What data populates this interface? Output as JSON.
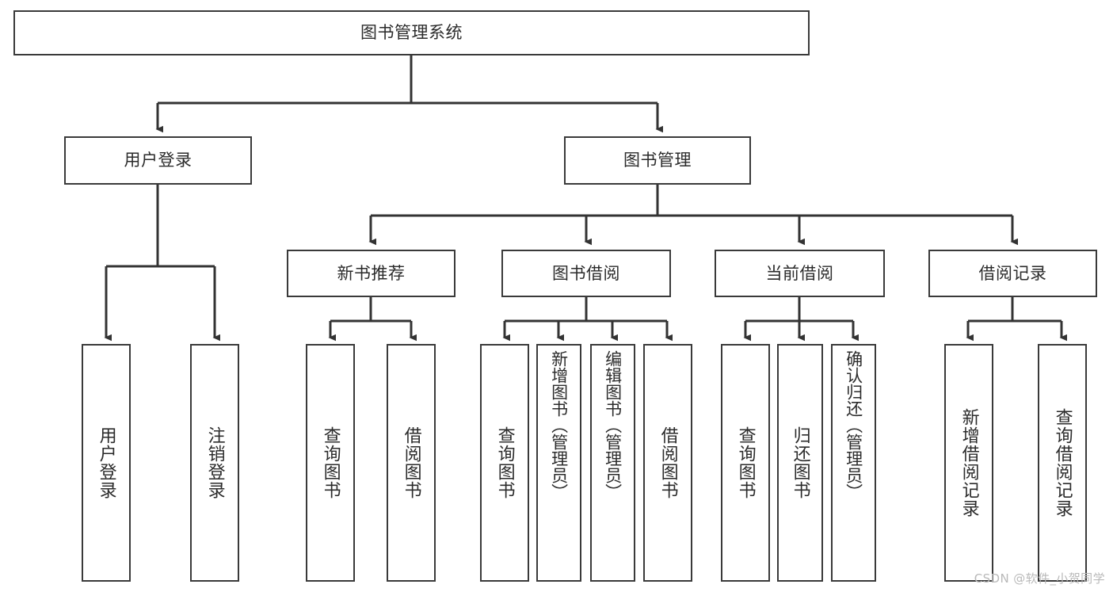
{
  "diagram": {
    "title_text": "图书管理系统",
    "watermark": "CSDN @软件_小贺同学",
    "colors": {
      "box_border": "#3a3a3a",
      "connector": "#333333",
      "text": "#2b2b2b",
      "background": "#ffffff",
      "watermark": "#b9b9b9"
    },
    "root": {
      "label": "图书管理系统"
    },
    "level2": [
      {
        "label": "用户登录"
      },
      {
        "label": "图书管理"
      }
    ],
    "level3": [
      {
        "label": "新书推荐"
      },
      {
        "label": "图书借阅"
      },
      {
        "label": "当前借阅"
      },
      {
        "label": "借阅记录"
      }
    ],
    "leaves": {
      "user_login": [
        {
          "label": "用户登录"
        },
        {
          "label": "注销登录"
        }
      ],
      "new_book": [
        {
          "label": "查询图书"
        },
        {
          "label": "借阅图书"
        }
      ],
      "borrow_book": [
        {
          "label": "查询图书"
        },
        {
          "label": "新增图书（管理员）"
        },
        {
          "label": "编辑图书（管理员）"
        },
        {
          "label": "借阅图书"
        }
      ],
      "current_borrow": [
        {
          "label": "查询图书"
        },
        {
          "label": "归还图书"
        },
        {
          "label": "确认归还（管理员）"
        }
      ],
      "borrow_record": [
        {
          "label": "新增借阅记录"
        },
        {
          "label": "查询借阅记录"
        }
      ]
    }
  },
  "chart_data": {
    "type": "diagram",
    "title": "图书管理系统",
    "structure": "tree",
    "nodes": [
      {
        "id": "root",
        "label": "图书管理系统",
        "level": 0
      },
      {
        "id": "n1",
        "label": "用户登录",
        "level": 1,
        "parent": "root"
      },
      {
        "id": "n2",
        "label": "图书管理",
        "level": 1,
        "parent": "root"
      },
      {
        "id": "n1a",
        "label": "用户登录",
        "level": 2,
        "parent": "n1"
      },
      {
        "id": "n1b",
        "label": "注销登录",
        "level": 2,
        "parent": "n1"
      },
      {
        "id": "n2a",
        "label": "新书推荐",
        "level": 2,
        "parent": "n2"
      },
      {
        "id": "n2b",
        "label": "图书借阅",
        "level": 2,
        "parent": "n2"
      },
      {
        "id": "n2c",
        "label": "当前借阅",
        "level": 2,
        "parent": "n2"
      },
      {
        "id": "n2d",
        "label": "借阅记录",
        "level": 2,
        "parent": "n2"
      },
      {
        "id": "n2a1",
        "label": "查询图书",
        "level": 3,
        "parent": "n2a"
      },
      {
        "id": "n2a2",
        "label": "借阅图书",
        "level": 3,
        "parent": "n2a"
      },
      {
        "id": "n2b1",
        "label": "查询图书",
        "level": 3,
        "parent": "n2b"
      },
      {
        "id": "n2b2",
        "label": "新增图书（管理员）",
        "level": 3,
        "parent": "n2b"
      },
      {
        "id": "n2b3",
        "label": "编辑图书（管理员）",
        "level": 3,
        "parent": "n2b"
      },
      {
        "id": "n2b4",
        "label": "借阅图书",
        "level": 3,
        "parent": "n2b"
      },
      {
        "id": "n2c1",
        "label": "查询图书",
        "level": 3,
        "parent": "n2c"
      },
      {
        "id": "n2c2",
        "label": "归还图书",
        "level": 3,
        "parent": "n2c"
      },
      {
        "id": "n2c3",
        "label": "确认归还（管理员）",
        "level": 3,
        "parent": "n2c"
      },
      {
        "id": "n2d1",
        "label": "新增借阅记录",
        "level": 3,
        "parent": "n2d"
      },
      {
        "id": "n2d2",
        "label": "查询借阅记录",
        "level": 3,
        "parent": "n2d"
      }
    ]
  }
}
